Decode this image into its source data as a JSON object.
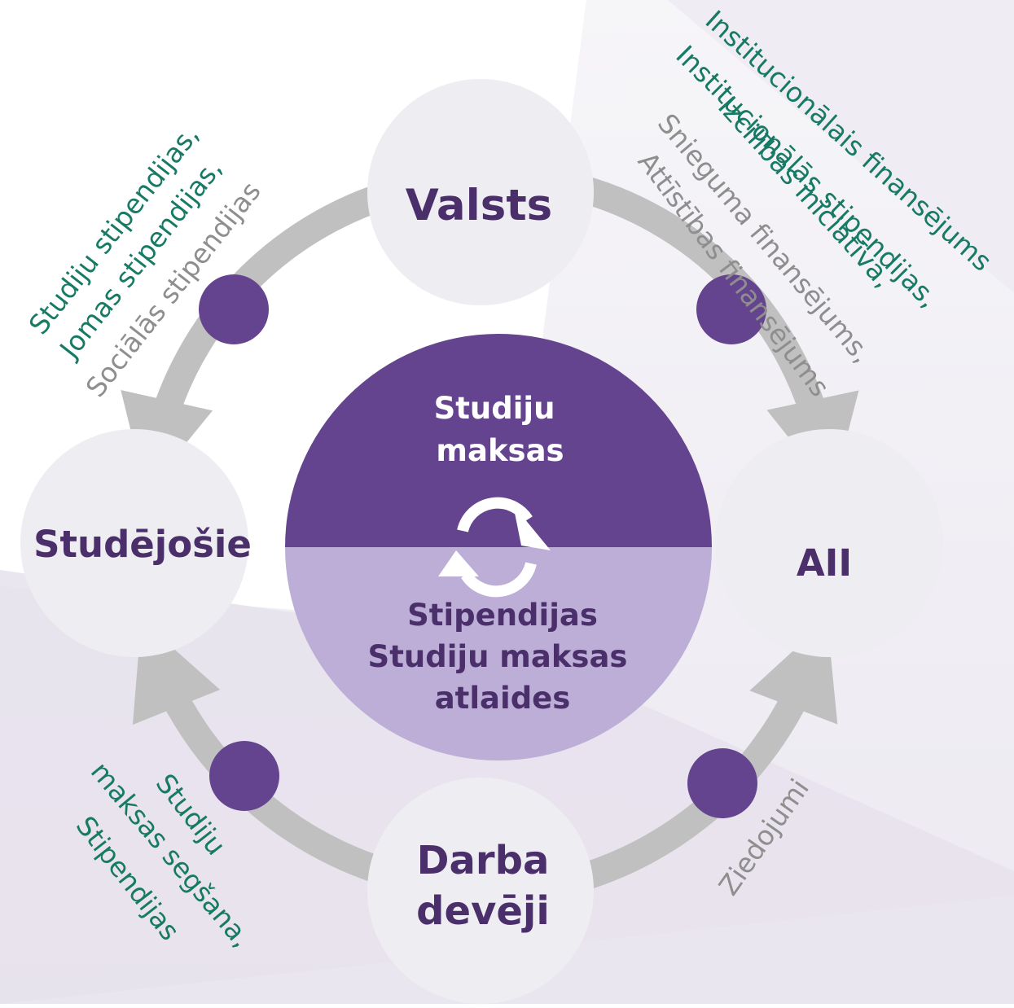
{
  "nodes": {
    "valsts": "Valsts",
    "studejosie": "Studējošie",
    "aii": "AII",
    "darba_deveji": [
      "Darba",
      "devēji"
    ]
  },
  "center": {
    "top": [
      "Studiju",
      "maksas"
    ],
    "bottom": [
      "Stipendijas",
      "Studiju maksas",
      "atlaides"
    ]
  },
  "flows": {
    "valsts_to_studejosie": [
      {
        "text": "Studiju stipendijas,",
        "color": "#177a64"
      },
      {
        "text": "Jomas stipendijas,",
        "color": "#177a64"
      },
      {
        "text": "Sociālās stipendijas",
        "color": "#8e8e8e"
      }
    ],
    "valsts_to_aii": [
      {
        "text": "Institucionālais finansējums",
        "color": "#177a64"
      },
      {
        "text": "Institucionālās stipendijas,",
        "color": "#177a64"
      },
      {
        "text": "Izcilības iniciatīva,",
        "color": "#177a64"
      },
      {
        "text": "Snieguma finansējums,",
        "color": "#8e8e8e"
      },
      {
        "text": "Attīstības finansējums",
        "color": "#8e8e8e"
      }
    ],
    "darba_deveji_to_studejosie": [
      {
        "text": "Studiju",
        "color": "#177a64"
      },
      {
        "text": "maksas segšana,",
        "color": "#177a64"
      },
      {
        "text": "Stipendijas",
        "color": "#177a64"
      }
    ],
    "darba_deveji_to_aii": [
      {
        "text": "Ziedojumi",
        "color": "#8e8e8e"
      }
    ]
  },
  "colors": {
    "primary_purple": "#65448f",
    "light_purple": "#bcaed6",
    "node_fill": "#eeedf1",
    "arrow_gray": "#c0c0c0",
    "text_green": "#177a64",
    "text_gray": "#8e8e8e",
    "label_purple": "#4a2f6b"
  },
  "icons": {
    "center": "refresh-cycle-icon"
  }
}
